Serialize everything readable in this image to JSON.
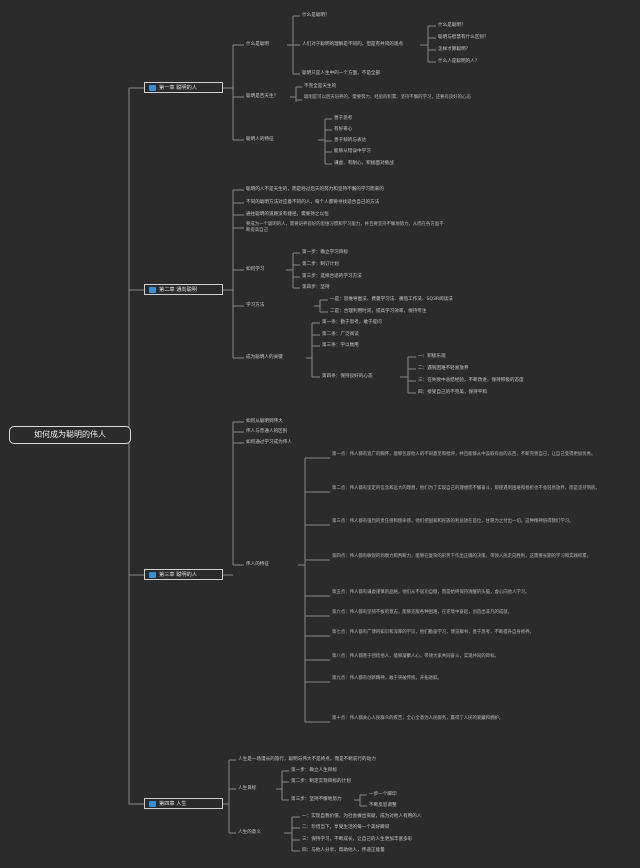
{
  "root": "如何成为聪明的伟人",
  "sections": [
    {
      "label": "第一章   聪明的人"
    },
    {
      "label": "第二章   通向聪明"
    },
    {
      "label": "第三章   聪明的人"
    },
    {
      "label": "第四章   人生"
    }
  ],
  "s1": {
    "b1": "什么是聪明",
    "b1_children": [
      "什么是聪明？",
      "人们对于聪明的理解是不同的，但是有共同的观点",
      "聪明只是人生中的一个方面，不是全部"
    ],
    "b1_leaf": [
      "什么是聪明？",
      "聪明与智慧有什么区别？",
      "怎样才算聪明？",
      "什么人是聪明的人？"
    ],
    "b2": "聪明是否天生？",
    "b2_children": [
      "不完全是天生的",
      "聪明是可以后天培养的，需要努力、经验的积累、坚持不懈的学习，还要有良好的心态"
    ],
    "b3": "聪明人的特征",
    "b3_children": [
      "善于思考",
      "有好奇心",
      "善于倾听与表达",
      "能够从错误中学习",
      "谦虚、有耐心，积极面对挑战"
    ]
  },
  "s2": {
    "paras": [
      "聪明的人不是天生的，而是经过后天的努力和坚持不懈的学习而来的",
      "不同的聪明方法对应着不同的人，每个人都要寻找适合自己的方法",
      "通往聪明的道路没有捷径，需要持之以恒",
      "要成为一个聪明的人，需要培养良好的思维习惯和学习能力，并且要坚持不懈地努力，从而在各方面不断提高自己"
    ],
    "b1": "如何学习",
    "b1_children": [
      "第一步：确立学习目标",
      "第二步：制订计划",
      "第三步：选择合适的学习方法",
      "第四步：坚持"
    ],
    "b2": "学习方法",
    "b2_children": [
      "一是：思维导图法、费曼学习法、番茄工作法、SQ3R阅读法",
      "二是：合理利用时间，提高学习效率，保持专注"
    ],
    "b3": "成为聪明人的关键",
    "b3_children": [
      "第一条：勤于思考，敢于提问",
      "第二条：广泛阅读",
      "第三条：学以致用"
    ],
    "b3_sub": "第四条：保持良好的心态",
    "b3_sub_children": [
      "一：积极乐观",
      "二：遇到困难不轻易放弃",
      "三：在失败中总结经验，不断改进，保持积极的态度",
      "四：接受自己的不完美，保持平和"
    ]
  },
  "s3": {
    "top": [
      "如何从聪明到伟大",
      "伟人与普通人的区别",
      "如何通过学习成为伟人"
    ],
    "b1": "伟人的特征",
    "paras": [
      "第一点：伟人都有宽广的胸怀，能够包容他人的不同意见和批评，并且能够从中汲取有益的东西，不断完善自己，让自己变得更加优秀。",
      "第二点：伟人都有坚定的信念和远大的理想，他们为了实现自己的理想而不懈奋斗，即使遇到困难和挫折也不会轻易放弃，而是坚持到底。",
      "第三点：伟人都有强烈的责任感和使命感，他们把国家和民族的利益放在首位，甘愿为之付出一切，这种精神值得我们学习。",
      "第四点：伟人都有敏锐的洞察力和判断力，能够在复杂的形势下作出正确的决策，带领人民走向胜利，这需要长期的学习和实践积累。",
      "第五点：伟人都有谦虚谨慎的品格，他们从不居功自傲，而是始终保持清醒的头脑，虚心向他人学习。",
      "第六点：伟人都有坚韧不拔的意志，能够克服各种困难，在逆境中奋起，创造出非凡的成就。",
      "第七点：伟人都有广博的知识和深厚的学识，他们勤奋学习，博览群书，善于思考，不断提升自身修养。",
      "第八点：伟人都善于团结他人，能够凝聚人心，带领大家共同奋斗，实现共同的目标。",
      "第九点：伟人都有创新精神，敢于突破传统，开拓进取。",
      "第十点：伟人都关心人民群众的疾苦，全心全意为人民服务，赢得了人民的爱戴和拥护。"
    ]
  },
  "s4": {
    "top": "人生是一场漫长的旅行，聪明与伟大不是终点，而是不断前行的动力",
    "b1": "人生目标",
    "b1_children": [
      "第一步：确立人生目标",
      "第二步：制定实现目标的计划",
      "第三步：坚持不懈地努力"
    ],
    "b1_sub": [
      "一步一个脚印",
      "不断反思调整"
    ],
    "b2": "人生的意义",
    "b2_children": [
      "一：实现自我价值，为社会做出贡献，成为对他人有用的人",
      "二：珍惜当下，享受生活的每一个美好瞬间",
      "三：保持学习，不断成长，让自己的人生更加丰富多彩",
      "四：与他人分享，帮助他人，传递正能量"
    ]
  },
  "colors": {
    "background": "#2b2b2b",
    "line": "#8a8a8a",
    "icon": "#3a8fd6"
  }
}
